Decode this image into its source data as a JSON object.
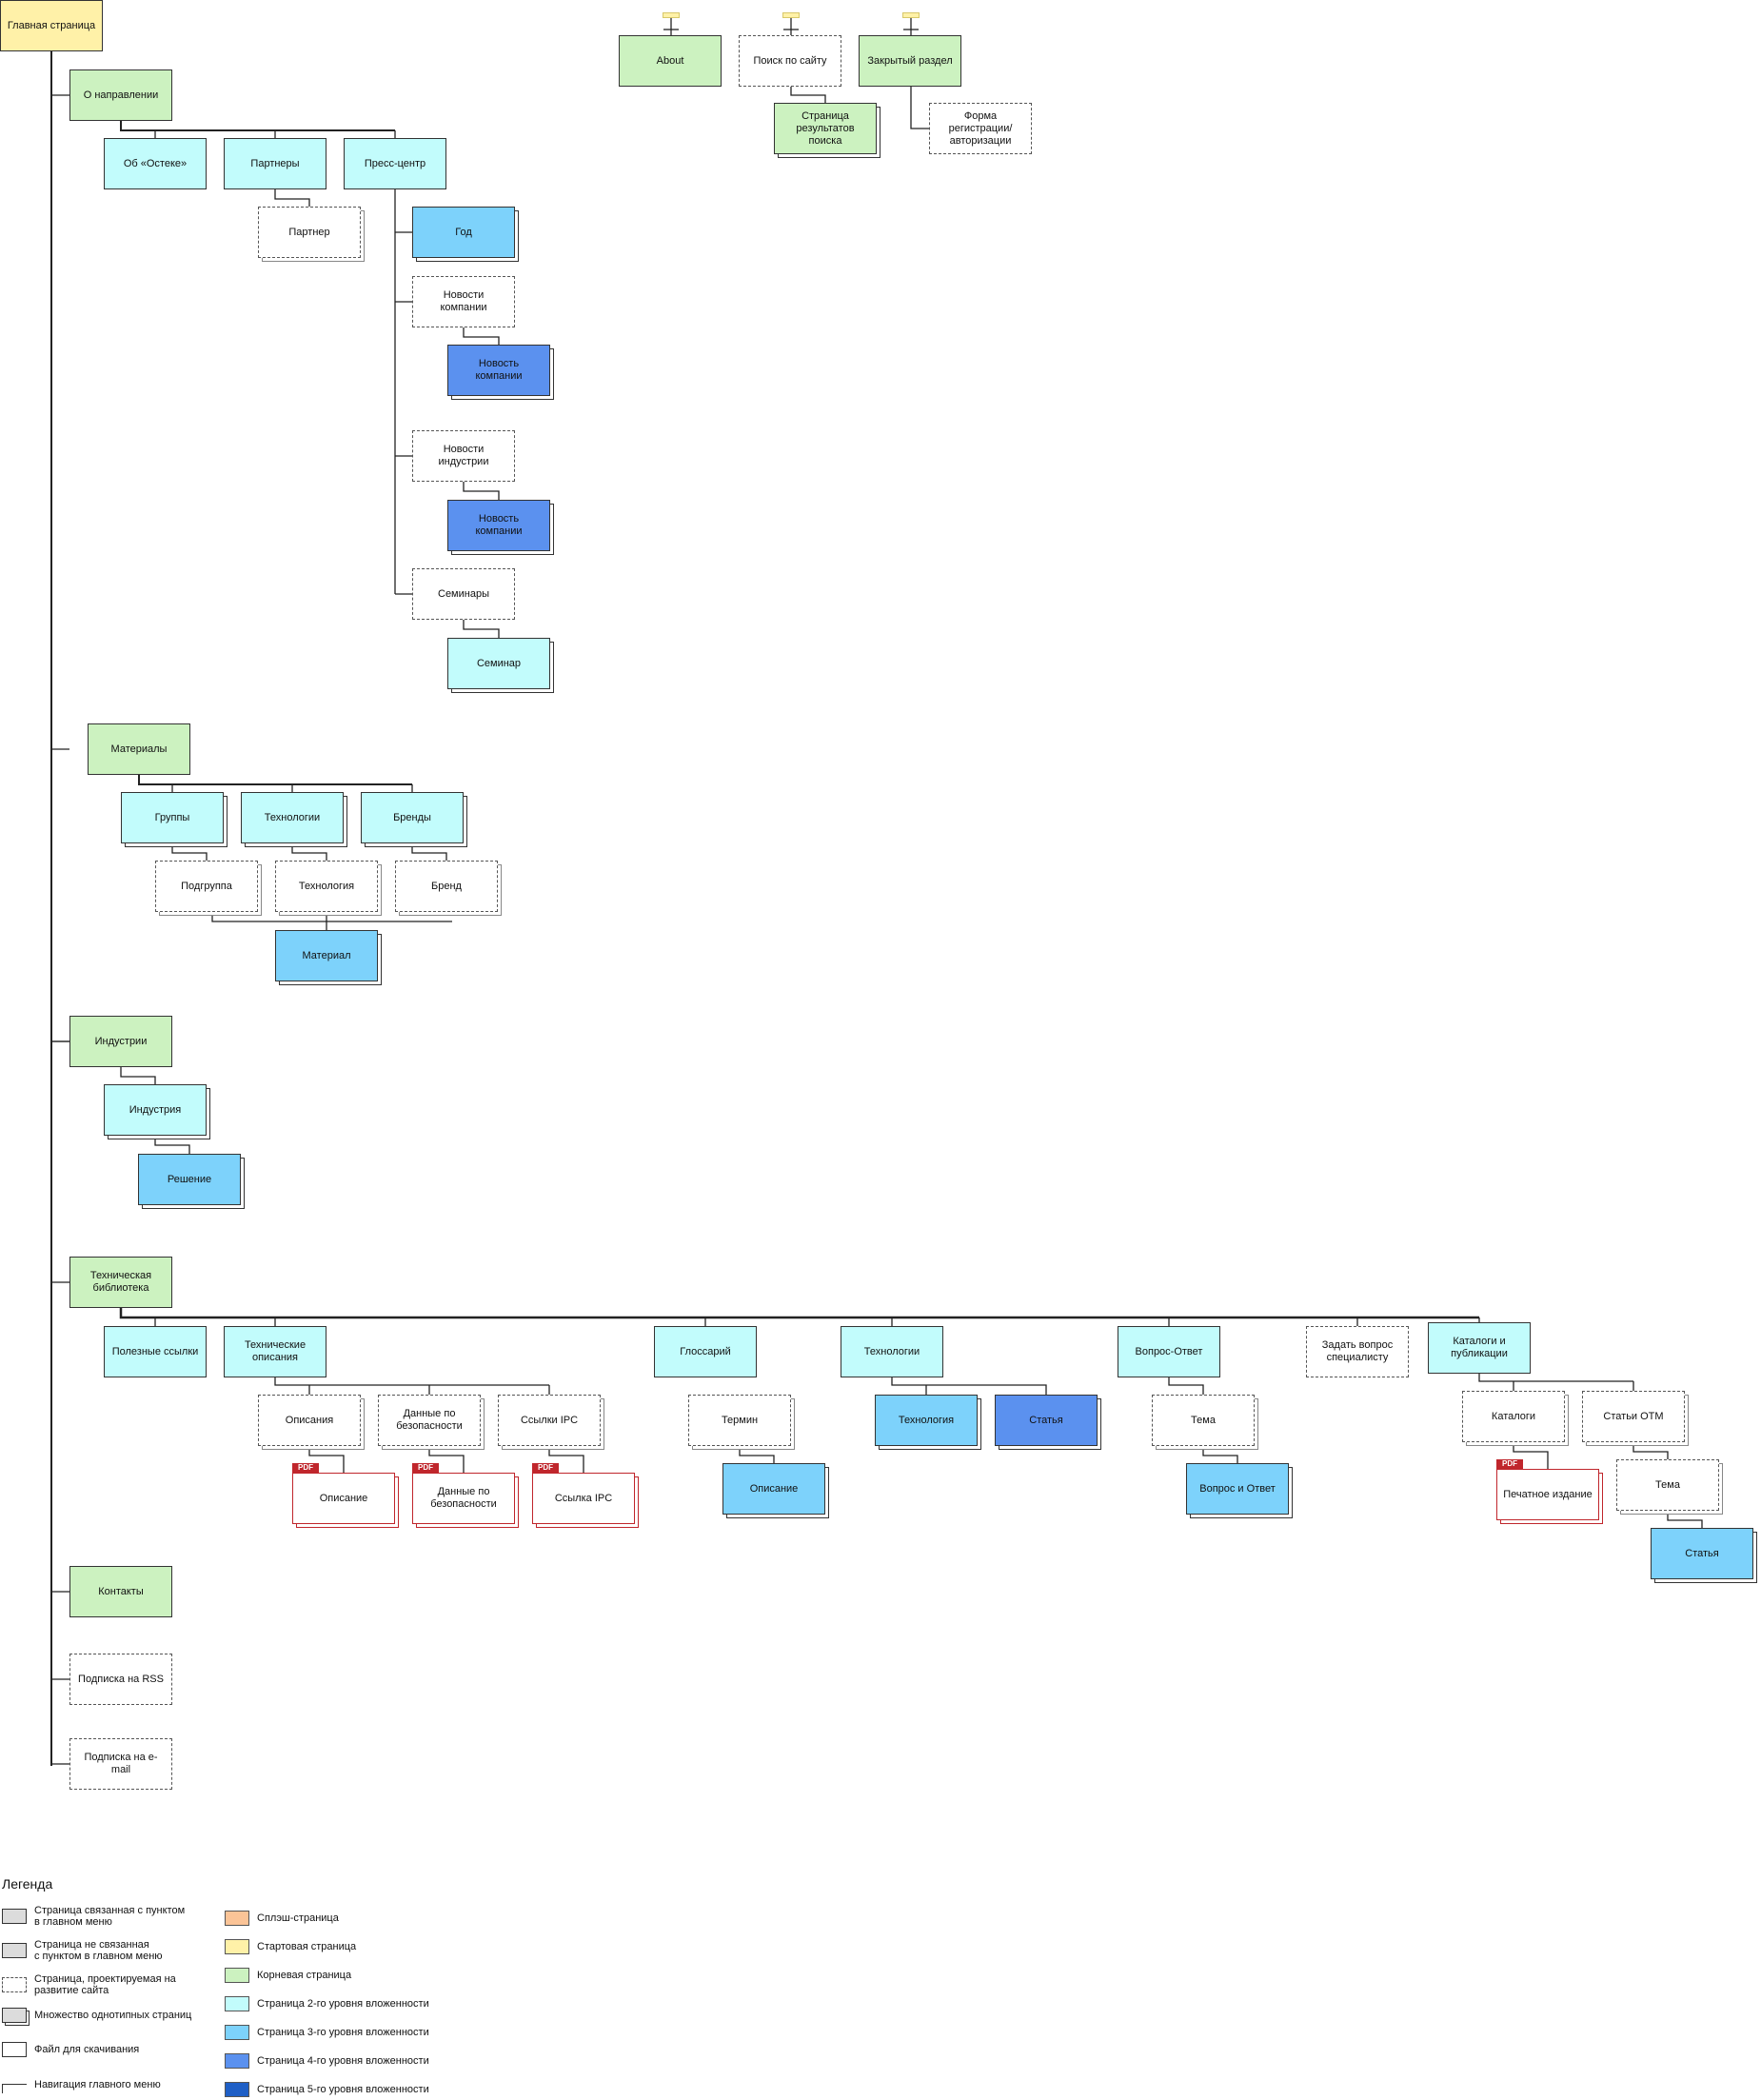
{
  "nodes": [
    {
      "id": "home",
      "label": "Главная страница",
      "style": "c-start"
    },
    {
      "id": "about",
      "label": "About",
      "style": "c-root"
    },
    {
      "id": "search",
      "label": "Поиск по сайту",
      "style": "dashed"
    },
    {
      "id": "closed",
      "label": "Закрытый раздел",
      "style": "c-root"
    },
    {
      "id": "searchres",
      "label": "Страница результатов поиска",
      "style": "c-root multi"
    },
    {
      "id": "regform",
      "label": "Форма регистрации/ авторизации",
      "style": "dashed"
    },
    {
      "id": "onapr",
      "label": "О направлении",
      "style": "c-root"
    },
    {
      "id": "ob_osteke",
      "label": "Об «Остеке»",
      "style": "c-l2"
    },
    {
      "id": "partners",
      "label": "Партнеры",
      "style": "c-l2"
    },
    {
      "id": "press",
      "label": "Пресс-центр",
      "style": "c-l2"
    },
    {
      "id": "partner",
      "label": "Партнер",
      "style": "dashed multi"
    },
    {
      "id": "god",
      "label": "Год",
      "style": "c-l3 multi"
    },
    {
      "id": "news_comp",
      "label": "Новости компании",
      "style": "dashed"
    },
    {
      "id": "novost1",
      "label": "Новость компании",
      "style": "c-l4 multi"
    },
    {
      "id": "news_ind",
      "label": "Новости индустрии",
      "style": "dashed"
    },
    {
      "id": "novost2",
      "label": "Новость компании",
      "style": "c-l4 multi"
    },
    {
      "id": "seminars",
      "label": "Семинары",
      "style": "dashed"
    },
    {
      "id": "seminar",
      "label": "Семинар",
      "style": "c-l2 multi"
    },
    {
      "id": "materials",
      "label": "Материалы",
      "style": "c-root"
    },
    {
      "id": "groups",
      "label": "Группы",
      "style": "c-l2 multi"
    },
    {
      "id": "techs",
      "label": "Технологии",
      "style": "c-l2 multi"
    },
    {
      "id": "brands",
      "label": "Бренды",
      "style": "c-l2 multi"
    },
    {
      "id": "subgroup",
      "label": "Подгруппа",
      "style": "dashed multi"
    },
    {
      "id": "tech",
      "label": "Технология",
      "style": "dashed multi"
    },
    {
      "id": "brand",
      "label": "Бренд",
      "style": "dashed multi"
    },
    {
      "id": "material",
      "label": "Материал",
      "style": "c-l3 multi"
    },
    {
      "id": "industries",
      "label": "Индустрии",
      "style": "c-root"
    },
    {
      "id": "industry",
      "label": "Индустрия",
      "style": "c-l2 multi"
    },
    {
      "id": "solution",
      "label": "Решение",
      "style": "c-l3 multi"
    },
    {
      "id": "techlib",
      "label": "Техническая библиотека",
      "style": "c-root"
    },
    {
      "id": "links",
      "label": "Полезные ссылки",
      "style": "c-l2"
    },
    {
      "id": "techdesc",
      "label": "Технические описания",
      "style": "c-l2"
    },
    {
      "id": "glossary",
      "label": "Глоссарий",
      "style": "c-l2"
    },
    {
      "id": "techs2",
      "label": "Технологии",
      "style": "c-l2"
    },
    {
      "id": "qa",
      "label": "Вопрос-Ответ",
      "style": "c-l2"
    },
    {
      "id": "askspec",
      "label": "Задать вопрос специалисту",
      "style": "dashed"
    },
    {
      "id": "catalogs",
      "label": "Каталоги и публикации",
      "style": "c-l2"
    },
    {
      "id": "opisaniya",
      "label": "Описания",
      "style": "dashed multi"
    },
    {
      "id": "safety",
      "label": "Данные по безопасности",
      "style": "dashed multi"
    },
    {
      "id": "ipc",
      "label": "Ссылки IPC",
      "style": "dashed multi"
    },
    {
      "id": "opisanie_pdf",
      "label": "Описание",
      "style": "pdf multi",
      "tag": "PDF"
    },
    {
      "id": "safety_pdf",
      "label": "Данные по безопасности",
      "style": "pdf multi",
      "tag": "PDF"
    },
    {
      "id": "ipc_pdf",
      "label": "Ссылка IPC",
      "style": "pdf multi",
      "tag": "PDF"
    },
    {
      "id": "term",
      "label": "Термин",
      "style": "dashed multi"
    },
    {
      "id": "opisanie_gl",
      "label": "Описание",
      "style": "c-l3 multi"
    },
    {
      "id": "tech2",
      "label": "Технология",
      "style": "c-l3 multi"
    },
    {
      "id": "stat1",
      "label": "Статья",
      "style": "c-l4 multi"
    },
    {
      "id": "tema1",
      "label": "Тема",
      "style": "dashed multi"
    },
    {
      "id": "voprosotvet",
      "label": "Вопрос и Ответ",
      "style": "c-l3 multi"
    },
    {
      "id": "katalogi",
      "label": "Каталоги",
      "style": "dashed multi"
    },
    {
      "id": "statotm",
      "label": "Статьи ОТМ",
      "style": "dashed multi"
    },
    {
      "id": "print_pdf",
      "label": "Печатное издание",
      "style": "pdf multi",
      "tag": "PDF"
    },
    {
      "id": "tema2",
      "label": "Тема",
      "style": "dashed multi"
    },
    {
      "id": "stat2",
      "label": "Статья",
      "style": "c-l3 multi"
    },
    {
      "id": "contacts",
      "label": "Контакты",
      "style": "c-root"
    },
    {
      "id": "rss",
      "label": "Подписка на RSS",
      "style": "dashed"
    },
    {
      "id": "email",
      "label": "Подписка на e-mail",
      "style": "dashed"
    }
  ],
  "legend": {
    "title": "Легенда",
    "items_left": [
      {
        "label": "Страница связанная с пунктом\nв главном меню",
        "swatch": "gray"
      },
      {
        "label": "Страница не связанная\nс пунктом в главном меню",
        "swatch": "gray"
      },
      {
        "label": "Страница, проектируемая на\nразвитие сайта",
        "swatch": "dash"
      },
      {
        "label": "Множество однотипных страниц",
        "swatch": "multi"
      },
      {
        "label": "Файл для скачивания",
        "swatch": "file"
      },
      {
        "label": "Навигация главного меню",
        "swatch": "nav"
      }
    ],
    "items_right": [
      {
        "label": "Сплэш-страница",
        "color": "#fbc497"
      },
      {
        "label": "Стартовая страница",
        "color": "#fff1a8"
      },
      {
        "label": "Корневая страница",
        "color": "#ccf2c0"
      },
      {
        "label": "Страница 2-го уровня вложенности",
        "color": "#c2fcfc"
      },
      {
        "label": "Страница 3-го уровня вложенности",
        "color": "#7dd2fb"
      },
      {
        "label": "Страница 4-го уровня вложенности",
        "color": "#5b91ef"
      },
      {
        "label": "Страница 5-го уровня вложенности",
        "color": "#1f5fc6"
      }
    ]
  }
}
